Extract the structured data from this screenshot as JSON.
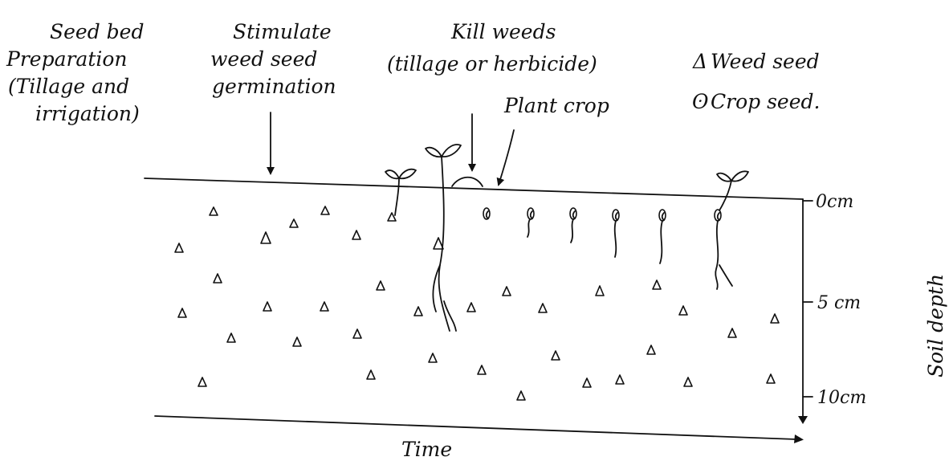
{
  "annotations": {
    "seedbed": [
      "Seed bed",
      "Preparation",
      "(Tillage and",
      "irrigation)"
    ],
    "stimulate": [
      "Stimulate",
      "weed seed",
      "germination"
    ],
    "kill": [
      "Kill weeds",
      "(tillage or herbicide)"
    ],
    "plant": "Plant crop"
  },
  "legend": {
    "weed_symbol": "Δ",
    "weed_label": "Weed seed",
    "crop_symbol": "ʘ",
    "crop_label": "Crop seed."
  },
  "axis": {
    "x_label": "Time",
    "y_label": "Soil depth",
    "ticks": [
      "0cm",
      "5 cm",
      "10cm"
    ]
  }
}
